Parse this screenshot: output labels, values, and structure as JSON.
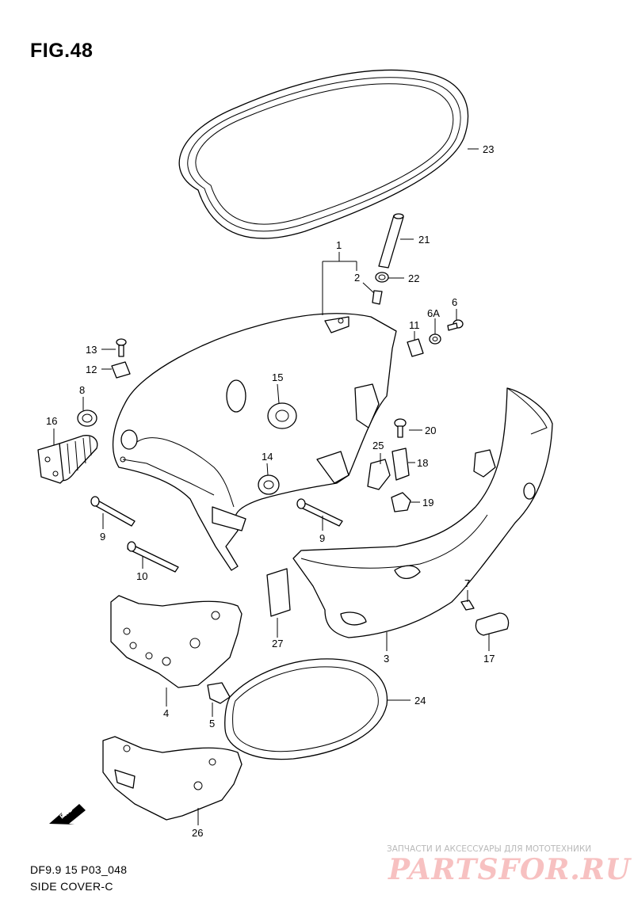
{
  "figure": {
    "title": "FIG.48",
    "model_code": "DF9.9 15 P03_048",
    "section_name": "SIDE COVER-C"
  },
  "direction_badge": "FWD",
  "callouts": {
    "c1": "1",
    "c2": "2",
    "c3": "3",
    "c4": "4",
    "c5": "5",
    "c6": "6",
    "c6a": "6A",
    "c7": "7",
    "c8": "8",
    "c9a": "9",
    "c9b": "9",
    "c10": "10",
    "c11": "11",
    "c12": "12",
    "c13": "13",
    "c14": "14",
    "c15": "15",
    "c16": "16",
    "c17": "17",
    "c18": "18",
    "c19": "19",
    "c20": "20",
    "c21": "21",
    "c22": "22",
    "c23": "23",
    "c24": "24",
    "c25": "25",
    "c26": "26",
    "c27": "27"
  },
  "watermark": {
    "tagline": "ЗАПЧАСТИ И АКСЕССУАРЫ ДЛЯ МОТОТЕХНИКИ",
    "logo": "PARTSFOR.RU",
    "color": "#f7c1c1"
  }
}
